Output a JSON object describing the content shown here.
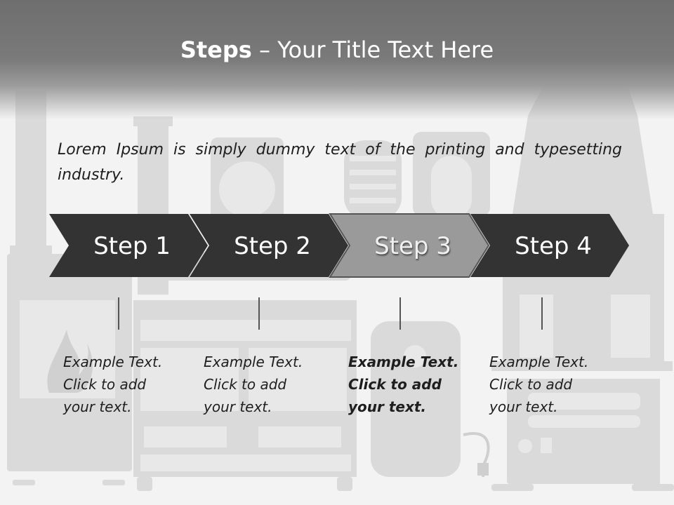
{
  "title": {
    "bold": "Steps",
    "rest": " – Your Title Text Here"
  },
  "intro": "Lorem Ipsum is simply dummy text of the printing and typesetting industry.",
  "steps": [
    {
      "label": "Step 1",
      "desc": [
        "Example Text.",
        "Click  to add",
        "your text."
      ]
    },
    {
      "label": "Step 2",
      "desc": [
        "Example Text.",
        "Click  to add",
        "your text."
      ]
    },
    {
      "label": "Step 3",
      "desc": [
        "Example Text.",
        "Click  to add",
        "your text."
      ]
    },
    {
      "label": "Step 4",
      "desc": [
        "Example Text.",
        "Click  to add",
        "your text."
      ]
    }
  ],
  "highlighted_step": 3,
  "colors": {
    "dark_arrow": "#333333",
    "highlight_arrow": "#9a9a9a",
    "header": "#6e6e6e"
  }
}
